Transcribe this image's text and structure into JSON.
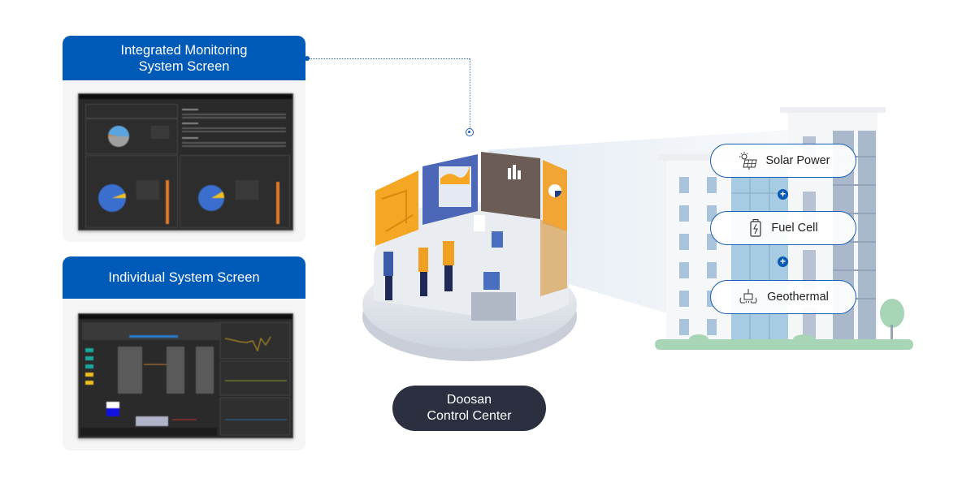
{
  "cards": {
    "integrated": {
      "title_line1": "Integrated Monitoring",
      "title_line2": "System Screen"
    },
    "individual": {
      "title": "Individual System Screen"
    }
  },
  "control_center": {
    "line1": "Doosan",
    "line2": "Control Center"
  },
  "energy_sources": [
    {
      "label": "Solar Power",
      "icon": "solar-panel-icon"
    },
    {
      "label": "Fuel Cell",
      "icon": "battery-bolt-icon"
    },
    {
      "label": "Geothermal",
      "icon": "geothermal-plant-icon"
    }
  ],
  "colors": {
    "brand_blue": "#005ab8",
    "pill_dark": "#2b2f3f",
    "accent_orange": "#f0a020",
    "ground_green": "#a8d5b5"
  }
}
